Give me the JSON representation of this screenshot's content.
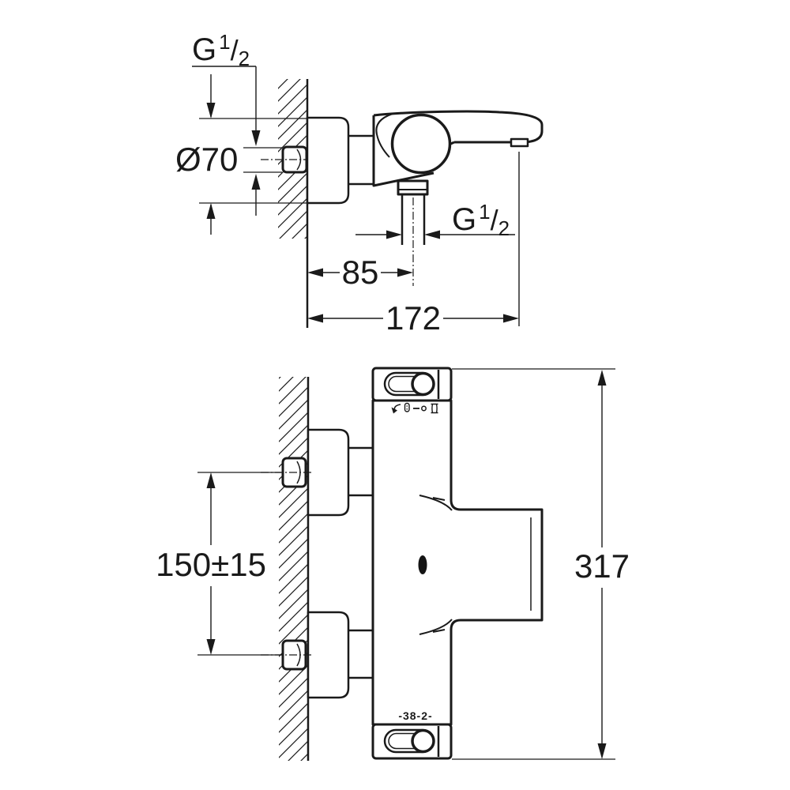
{
  "title": "faucet-dimensional-drawing",
  "colors": {
    "background": "#ffffff",
    "line": "#1a1a1a"
  },
  "side_view": {
    "name": "bath-mixer-side-view",
    "dimensions": {
      "wall_thread": {
        "g": "G",
        "num": "1",
        "slash": "/",
        "den": "2"
      },
      "escutcheon_diameter": "Ø70",
      "shower_outlet_offset": "85",
      "spout_reach": "172",
      "shower_outlet_thread": {
        "g": "G",
        "num": "1",
        "slash": "/",
        "den": "2"
      }
    }
  },
  "front_view": {
    "name": "thermostat-front-view",
    "dimensions": {
      "inlet_union_spacing": "150±15",
      "overall_height": "317"
    },
    "markings": {
      "mode_icons": [
        "rotate-arrow",
        "shower",
        "minus",
        "dot",
        "tub"
      ],
      "temperature_scale": "-38-2-"
    }
  }
}
